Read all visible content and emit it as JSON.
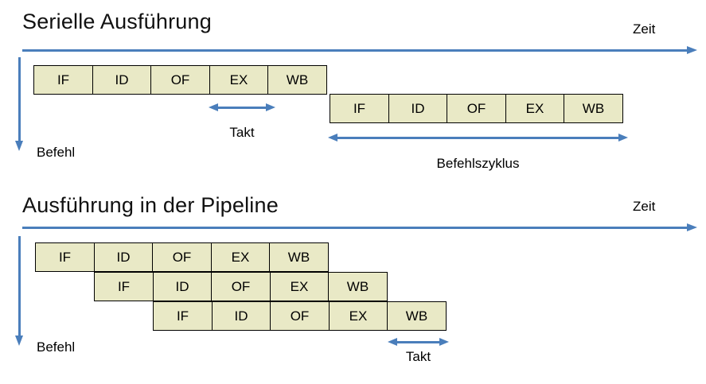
{
  "colors": {
    "accent_blue": "#4A7EBB",
    "cell_fill": "#E9E9C6",
    "cell_border": "#000000",
    "text": "#000000"
  },
  "sections": {
    "serial": {
      "title": "Serielle Ausführung",
      "time_axis_label": "Zeit",
      "instruction_axis_label": "Befehl",
      "rows": [
        {
          "stages": [
            "IF",
            "ID",
            "OF",
            "EX",
            "WB"
          ]
        },
        {
          "stages": [
            "IF",
            "ID",
            "OF",
            "EX",
            "WB"
          ]
        }
      ],
      "annotations": {
        "clock_label": "Takt",
        "cycle_label": "Befehlszyklus"
      }
    },
    "pipeline": {
      "title": "Ausführung in der Pipeline",
      "time_axis_label": "Zeit",
      "instruction_axis_label": "Befehl",
      "rows": [
        {
          "stages": [
            "IF",
            "ID",
            "OF",
            "EX",
            "WB"
          ]
        },
        {
          "stages": [
            "IF",
            "ID",
            "OF",
            "EX",
            "WB"
          ]
        },
        {
          "stages": [
            "IF",
            "ID",
            "OF",
            "EX",
            "WB"
          ]
        }
      ],
      "annotations": {
        "clock_label": "Takt"
      }
    }
  }
}
